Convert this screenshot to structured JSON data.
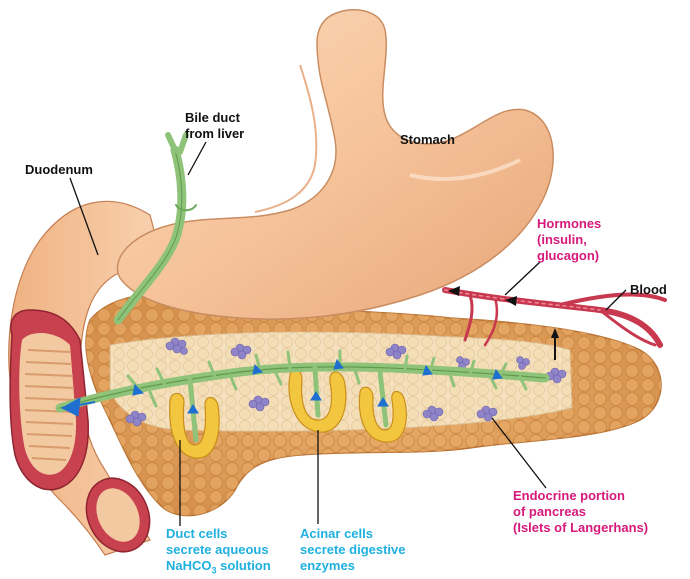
{
  "labels": {
    "bile_duct": [
      "Bile duct",
      "from liver"
    ],
    "stomach": "Stomach",
    "duodenum": "Duodenum",
    "hormones": [
      "Hormones",
      "(insulin,",
      "glucagon)"
    ],
    "blood": "Blood",
    "endocrine": [
      "Endocrine portion",
      "of pancreas",
      "(Islets of Langerhans)"
    ],
    "duct_cells": [
      "Duct cells",
      "secrete aqueous",
      "NaHCO",
      "3",
      " solution"
    ],
    "acinar_cells": [
      "Acinar cells",
      "secrete digestive",
      "enzymes"
    ]
  },
  "colors": {
    "label_black": "#111111",
    "label_magenta": "#d6197b",
    "label_cyan": "#1fb0e0",
    "stomach": "#f6c39a",
    "pancreas": "#e2a15c",
    "duct": "#8fc37a",
    "arrow": "#1f6fd0",
    "blood_vessel": "#c8384f",
    "islet": "#8f84c8",
    "duodenum_wall": "#c8414f"
  }
}
